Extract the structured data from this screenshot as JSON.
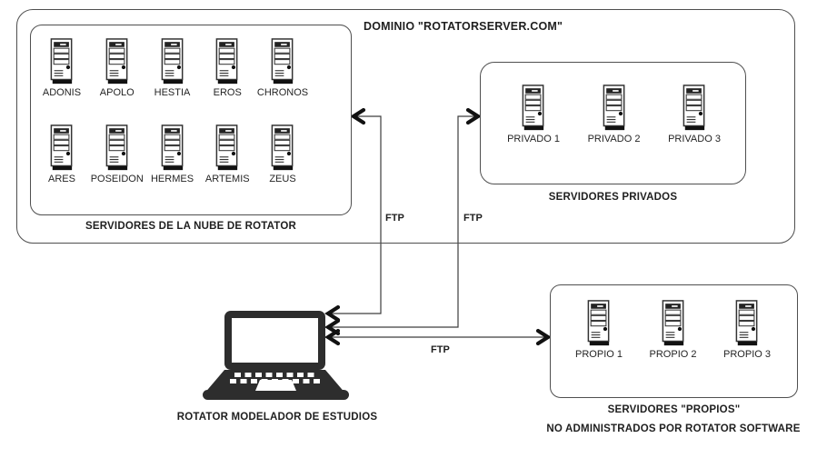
{
  "domain_box": {
    "title": "DOMINIO \"ROTATORSERVER.COM\""
  },
  "cloud_box": {
    "caption": "SERVIDORES DE LA NUBE DE ROTATOR",
    "servers": [
      "ADONIS",
      "APOLO",
      "HESTIA",
      "EROS",
      "CHRONOS",
      "ARES",
      "POSEIDON",
      "HERMES",
      "ARTEMIS",
      "ZEUS"
    ]
  },
  "private_box": {
    "caption": "SERVIDORES PRIVADOS",
    "servers": [
      "PRIVADO 1",
      "PRIVADO 2",
      "PRIVADO 3"
    ]
  },
  "own_box": {
    "caption": "SERVIDORES \"PROPIOS\"",
    "subcaption": "NO ADMINISTRADOS POR ROTATOR SOFTWARE",
    "servers": [
      "PROPIO 1",
      "PROPIO 2",
      "PROPIO 3"
    ]
  },
  "laptop": {
    "caption": "ROTATOR MODELADOR DE ESTUDIOS"
  },
  "connections": {
    "cloud_ftp": "FTP",
    "private_ftp": "FTP",
    "own_ftp": "FTP"
  },
  "colors": {
    "line": "#3d3d3d",
    "arrowhead": "#111111",
    "laptop": "#2d2d2d",
    "box_border": "#4f4f4f"
  }
}
